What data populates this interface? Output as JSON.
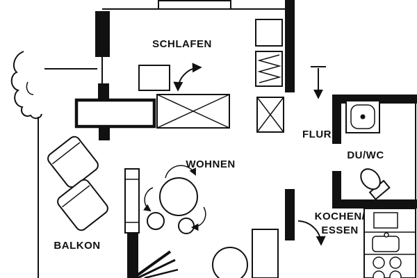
{
  "colors": {
    "line": "#111111",
    "background": "#ffffff"
  },
  "labels": {
    "schlafen": "SCHLAFEN",
    "flur": "FLUR",
    "duwc": "DU/WC",
    "wohnen": "WOHNEN",
    "balkon": "BALKON",
    "kochen": "KOCHEN/",
    "essen": "ESSEN"
  }
}
